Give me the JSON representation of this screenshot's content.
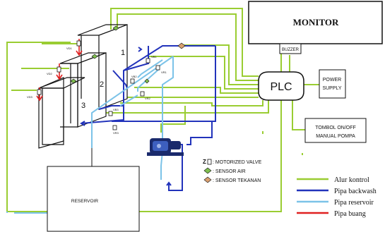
{
  "colors": {
    "kontrol": "#9acd32",
    "backwash": "#2233bb",
    "reservoir": "#7cc3e8",
    "buang": "#e02020",
    "sensor_air": "#7fbf4f",
    "sensor_tekanan": "#d9a070",
    "box_stroke": "#111111"
  },
  "boxes": {
    "monitor": "MONITOR",
    "buzzer": "BUZZER",
    "plc": "PLC",
    "power_supply": [
      "POWER",
      "SUPPLY"
    ],
    "tombol": [
      "TOMBOL ON/OFF",
      "MANUAL POMPA"
    ],
    "reservoir": "RESERVOIR"
  },
  "tanks": {
    "numbers": [
      "1",
      "2",
      "3"
    ]
  },
  "valves": {
    "drain": [
      "VD1",
      "VD2",
      "VD3"
    ],
    "backwash": [
      "VB1",
      "VB2",
      "VB3"
    ],
    "reservoir": [
      "VR1",
      "VR2",
      "VR3"
    ]
  },
  "symbol_legend": [
    {
      "symbol": "motorized-valve",
      "label": ": MOTORIZED VALVE"
    },
    {
      "symbol": "sensor-air",
      "label": ": SENSOR AIR"
    },
    {
      "symbol": "sensor-tekanan",
      "label": ": SENSOR TEKANAN"
    }
  ],
  "line_legend": [
    {
      "line": "kontrol",
      "label": "Alur kontrol"
    },
    {
      "line": "backwash",
      "label": "Pipa backwash"
    },
    {
      "line": "reservoir",
      "label": "Pipa reservoir"
    },
    {
      "line": "buang",
      "label": "Pipa buang"
    }
  ]
}
